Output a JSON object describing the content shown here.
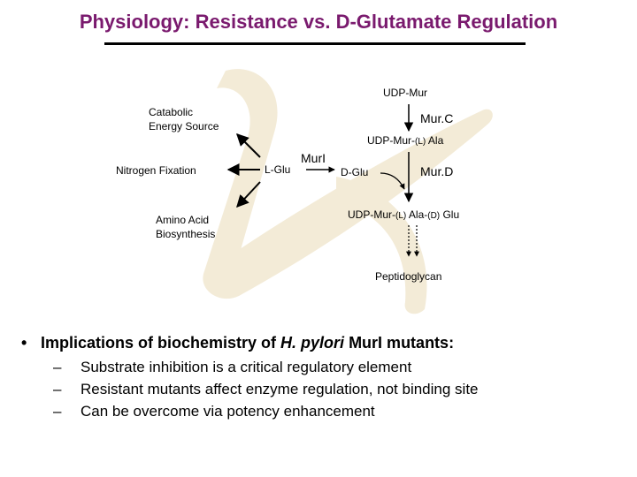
{
  "title": "Physiology: Resistance vs. D-Glutamate Regulation",
  "diagram": {
    "udp_mur": "UDP-Mur",
    "murc": "Mur.C",
    "udp_mur_l_ala": {
      "prefix": "UDP-Mur-",
      "l": "(L)",
      "suffix": " Ala"
    },
    "murd": "Mur.D",
    "d_glu": "D-Glu",
    "udp_mur_l_ala_d_glu": {
      "prefix": "UDP-Mur-",
      "l": "(L)",
      "mid": " Ala-",
      "d": "(D)",
      "suffix": " Glu"
    },
    "peptidoglycan": "Peptidoglycan",
    "l_glu": "L-Glu",
    "muri": "MurI",
    "catabolic": [
      "Catabolic",
      "Energy Source"
    ],
    "nitrogen": "Nitrogen Fixation",
    "amino": [
      "Amino Acid",
      "Biosynthesis"
    ]
  },
  "bullets": {
    "main_prefix": "Implications of biochemistry of ",
    "main_italic": "H. pylori",
    "main_suffix": " MurI mutants:",
    "dot": "•",
    "dash": "–",
    "sub": [
      "Substrate inhibition is a critical regulatory element",
      "Resistant mutants affect enzyme regulation, not binding site",
      "Can be overcome via potency enhancement"
    ]
  },
  "colors": {
    "title": "#7a1a6e",
    "watermark": "#f3ebd7"
  }
}
